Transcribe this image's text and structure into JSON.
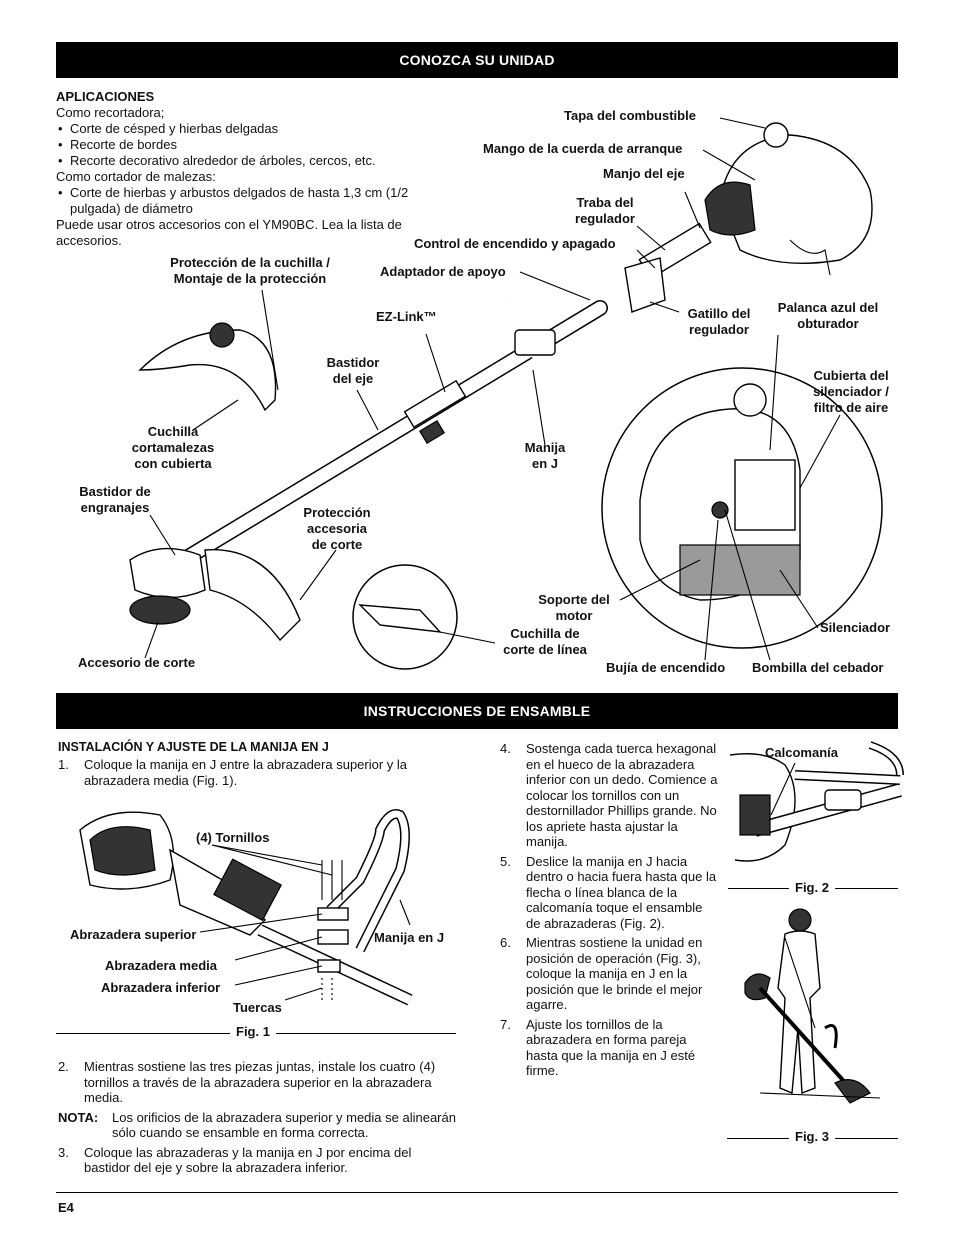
{
  "header_bar": "CONOZCA SU UNIDAD",
  "aplicaciones": {
    "title": "APLICACIONES",
    "line1": "Como recortadora;",
    "bullets1": [
      "Corte de césped y hierbas delgadas",
      "Recorte de bordes",
      "Recorte decorativo alrededor de árboles, cercos, etc."
    ],
    "line2": "Como cortador de malezas:",
    "bullets2": [
      "Corte de hierbas y arbustos delgados de hasta 1,3 cm (1/2 pulgada) de diámetro"
    ],
    "line3": "Puede usar otros accesorios con el YM90BC. Lea la lista de accesorios."
  },
  "labels": {
    "tapa": "Tapa del combustible",
    "mango": "Mango de la cuerda de arranque",
    "manjo": "Manjo del eje",
    "traba": "Traba del regulador",
    "control": "Control de encendido y apagado",
    "adaptador": "Adaptador de apoyo",
    "gatillo": "Gatillo del regulador",
    "palanca": "Palanca azul del obturador",
    "cubierta": "Cubierta del silenciador / filtro de aire",
    "proteccion": "Protección de la cuchilla / Montaje de la protección",
    "ezlink": "EZ-Link™",
    "bastidor_eje": "Bastidor del eje",
    "cuchilla_cort": "Cuchilla cortamalezas con cubierta",
    "manija_j": "Manija en J",
    "bastidor_eng": "Bastidor de engranajes",
    "prot_acc": "Protección accesoria de corte",
    "soporte": "Soporte del motor",
    "silenciador": "Silenciador",
    "cuchilla_linea": "Cuchilla de corte de línea",
    "accesorio": "Accesorio de corte",
    "bujia": "Bujía de encendido",
    "bombilla": "Bombilla del cebador"
  },
  "section2_bar": "INSTRUCCIONES DE ENSAMBLE",
  "assembly": {
    "title": "INSTALACIÓN Y AJUSTE DE LA MANIJA EN J",
    "step1_num": "1.",
    "step1": "Coloque la manija en J entre la abrazadera superior y la abrazadera media (Fig. 1).",
    "step2_num": "2.",
    "step2": "Mientras sostiene las tres piezas juntas, instale los cuatro (4) tornillos a través de la abrazadera superior en la abrazadera media.",
    "nota_label": "NOTA:",
    "nota": "Los orificios de la abrazadera superior y media se alinearán sólo cuando se ensamble en forma correcta.",
    "step3_num": "3.",
    "step3": "Coloque las abrazaderas y la manija en J por encima del bastidor del eje y sobre la abrazadera inferior.",
    "steps_right": [
      {
        "num": "4.",
        "text": "Sostenga cada tuerca hexagonal en el hueco de la abrazadera inferior con un dedo. Comience a colocar los tornillos con un destornillador Phillips grande. No los apriete hasta ajustar la manija."
      },
      {
        "num": "5.",
        "text": "Deslice la manija en J hacia dentro o hacia fuera hasta que la flecha o línea blanca de la calcomanía toque el ensamble de abrazaderas (Fig. 2)."
      },
      {
        "num": "6.",
        "text": "Mientras sostiene la unidad en posición de operación (Fig. 3), coloque la manija en J en la posición que le brinde el mejor agarre."
      },
      {
        "num": "7.",
        "text": "Ajuste los tornillos de la abrazadera en forma pareja hasta que la manija en J esté firme."
      }
    ]
  },
  "fig1": {
    "caption": "Fig. 1",
    "tornillos": "(4) Tornillos",
    "abr_sup": "Abrazadera superior",
    "abr_med": "Abrazadera media",
    "abr_inf": "Abrazadera inferior",
    "tuercas": "Tuercas",
    "manija": "Manija en J"
  },
  "fig2": {
    "caption": "Fig. 2",
    "calcomania": "Calcomanía"
  },
  "fig3": {
    "caption": "Fig. 3"
  },
  "page_number": "E4"
}
